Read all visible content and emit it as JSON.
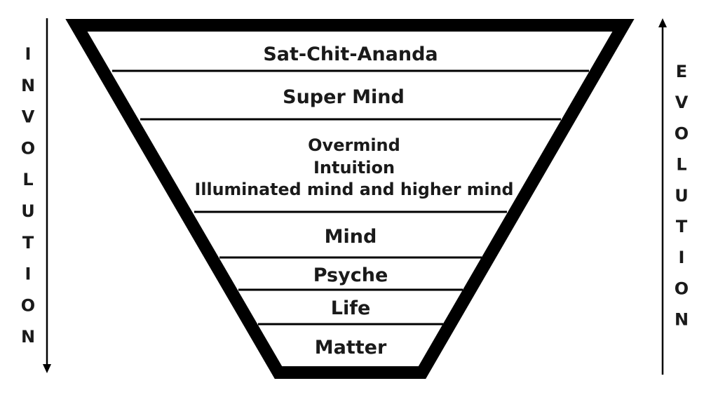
{
  "diagram": {
    "levels": [
      {
        "lines": [
          "Sat-Chit-Ananda"
        ]
      },
      {
        "lines": [
          "Super Mind"
        ]
      },
      {
        "lines": [
          "Overmind",
          "Intuition",
          "Illuminated mind and higher mind"
        ]
      },
      {
        "lines": [
          "Mind"
        ]
      },
      {
        "lines": [
          "Psyche"
        ]
      },
      {
        "lines": [
          "Life"
        ]
      },
      {
        "lines": [
          "Matter"
        ]
      }
    ],
    "left_label": "INVOLUTION",
    "left_arrow_direction": "down",
    "right_label": "EVOLUTION",
    "right_arrow_direction": "up",
    "colors": {
      "stroke": "#000000",
      "text": "#1a1a1a",
      "background": "#ffffff"
    }
  }
}
